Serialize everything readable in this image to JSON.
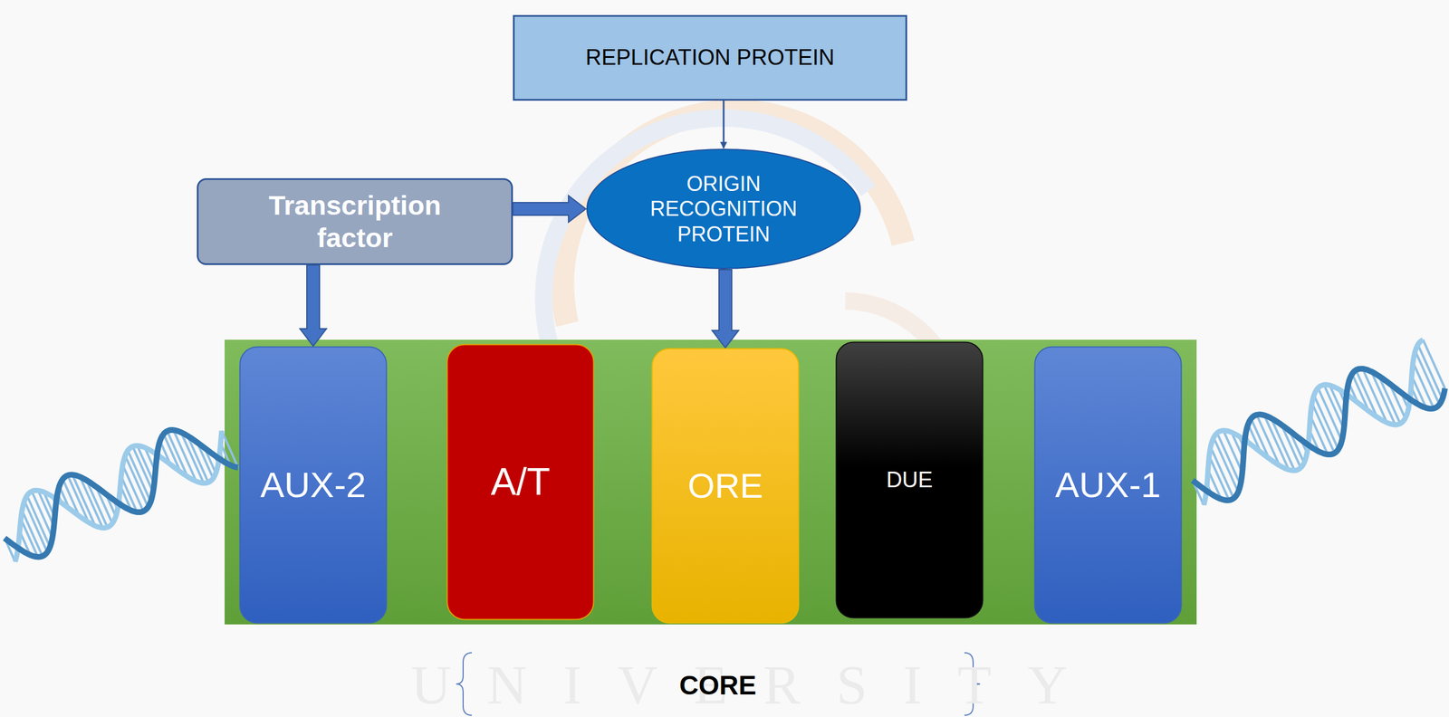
{
  "diagram": {
    "nodes": [
      {
        "text": [
          "REPLICATION PROTEIN"
        ]
      },
      {
        "text": [
          "Transcription factor"
        ]
      },
      {
        "text": [
          "ORIGIN RECOGNITION PROTEIN"
        ]
      },
      {
        "text": [
          "AUX-2"
        ]
      },
      {
        "text": [
          "A/T"
        ]
      },
      {
        "text": [
          "ORE"
        ]
      },
      {
        "text": [
          "DUE"
        ]
      },
      {
        "text": [
          "AUX-1"
        ]
      }
    ],
    "edges": [
      {
        "from": 0,
        "to": 2,
        "arrow": "to"
      },
      {
        "from": 1,
        "to": 2,
        "arrow": "to"
      },
      {
        "from": 1,
        "to": 3,
        "arrow": "to"
      },
      {
        "from": 2,
        "to": 5,
        "arrow": "to"
      }
    ],
    "labels": [
      "UNIVERSITY",
      "CORE"
    ]
  }
}
